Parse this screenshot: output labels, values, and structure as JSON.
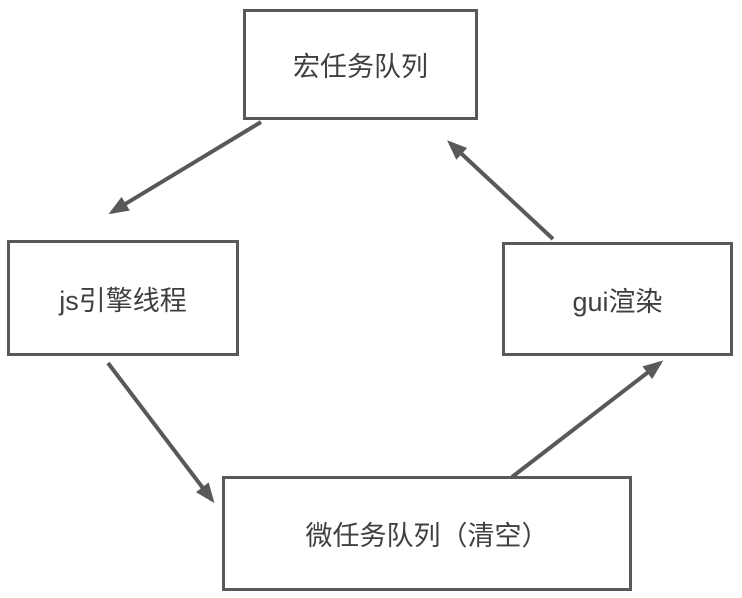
{
  "diagram": {
    "type": "flowchart-cycle",
    "nodes": [
      {
        "id": "macrotask",
        "label": "宏任务队列"
      },
      {
        "id": "jsengine",
        "label": "js引擎线程"
      },
      {
        "id": "microtask",
        "label": "微任务队列（清空）"
      },
      {
        "id": "gui",
        "label": "gui渲染"
      }
    ],
    "edges": [
      {
        "from": "宏任务队列",
        "to": "js引擎线程"
      },
      {
        "from": "js引擎线程",
        "to": "微任务队列（清空）"
      },
      {
        "from": "微任务队列（清空）",
        "to": "gui渲染"
      },
      {
        "from": "gui渲染",
        "to": "宏任务队列"
      }
    ],
    "colors": {
      "stroke": "#595959",
      "text": "#3f3f3f",
      "background": "#ffffff"
    }
  }
}
